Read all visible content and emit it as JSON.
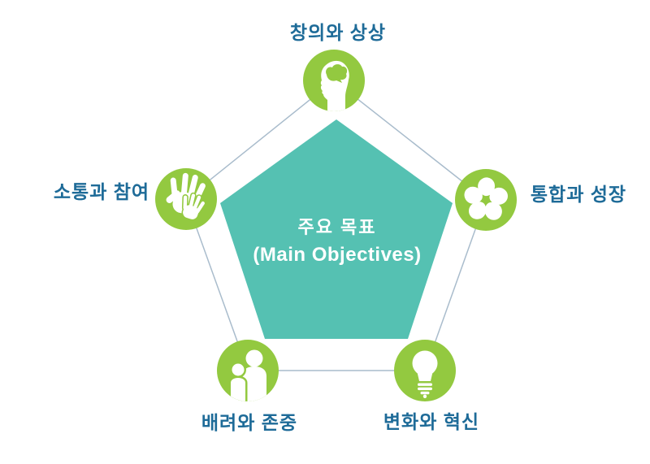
{
  "diagram": {
    "center": {
      "title_ko": "주요 목표",
      "title_en": "(Main Objectives)"
    },
    "nodes": [
      {
        "label": "창의와 상상",
        "icon": "head-brain-icon",
        "position": "top"
      },
      {
        "label": "소통과 참여",
        "icon": "hands-icon",
        "position": "left"
      },
      {
        "label": "통합과 성장",
        "icon": "pinwheel-icon",
        "position": "right"
      },
      {
        "label": "배려와 존중",
        "icon": "people-icon",
        "position": "bottom-left"
      },
      {
        "label": "변화와 혁신",
        "icon": "lightbulb-icon",
        "position": "bottom-right"
      }
    ],
    "colors": {
      "node_green": "#93C940",
      "pentagon_teal": "#55C1B2",
      "label_blue": "#1E6B98",
      "outline_line": "#A9BCCC",
      "icon_white": "#FFFFFF"
    }
  }
}
